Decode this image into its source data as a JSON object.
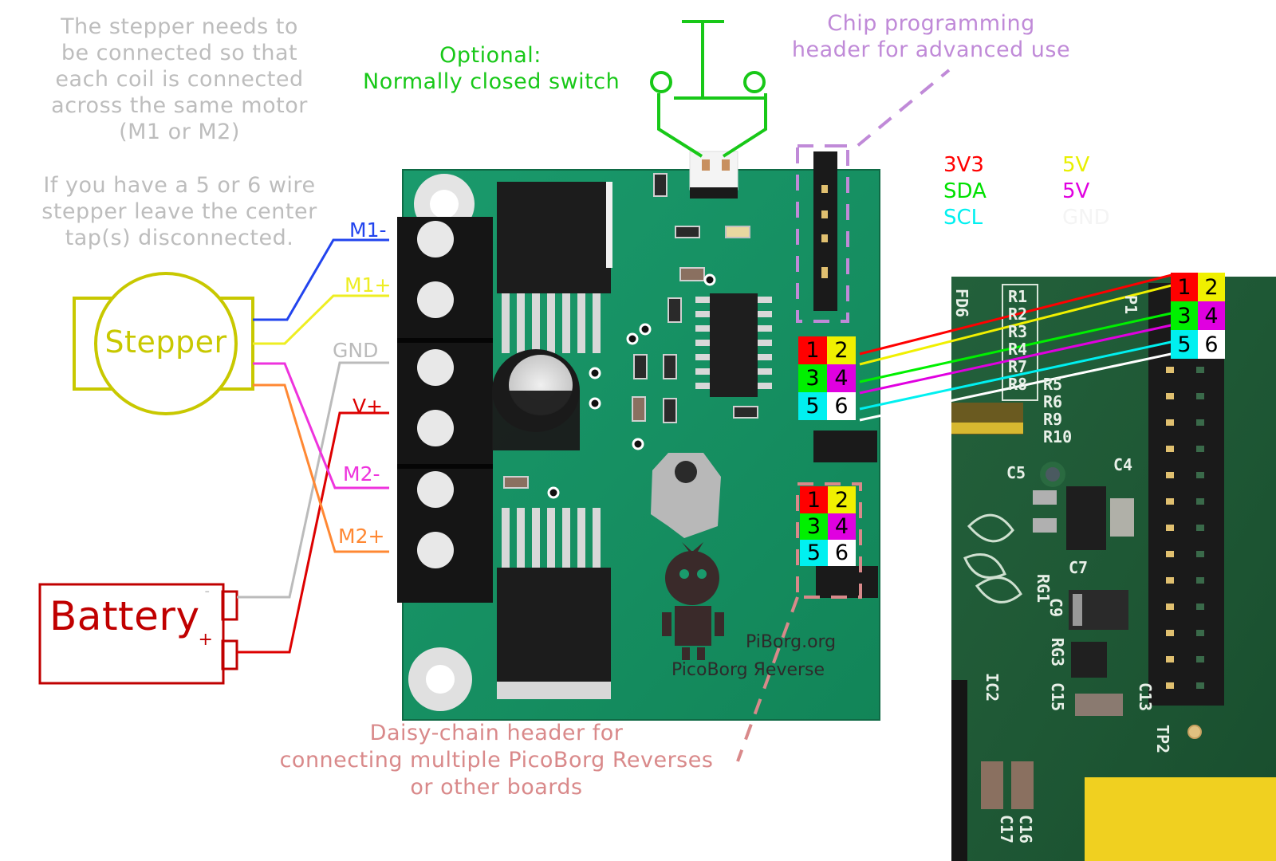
{
  "notes": {
    "stepper_wiring": [
      "The stepper needs to",
      "be connected so that",
      "each coil is connected",
      "across the same motor",
      "(M1 or M2)"
    ],
    "center_tap": [
      "If you have a 5 or 6 wire",
      "stepper leave the center",
      "tap(s) disconnected."
    ],
    "switch": [
      "Optional:",
      "Normally closed switch"
    ],
    "programming_header": [
      "Chip programming",
      "header for advanced use"
    ],
    "daisy_chain": [
      "Daisy-chain header for",
      "connecting multiple PicoBorg Reverses",
      "or other boards"
    ]
  },
  "stepper": {
    "label": "Stepper",
    "color": "#c8c800"
  },
  "battery": {
    "label": "Battery",
    "minus": "-",
    "plus": "+",
    "color": "#c00000"
  },
  "terminals": [
    {
      "label": "M1-",
      "color": "#2244ee"
    },
    {
      "label": "M1+",
      "color": "#eeee22"
    },
    {
      "label": "GND",
      "color": "#bbbbbb"
    },
    {
      "label": "V+",
      "color": "#dd0000"
    },
    {
      "label": "M2-",
      "color": "#ee33dd"
    },
    {
      "label": "M2+",
      "color": "#ff8833"
    }
  ],
  "board": {
    "url_label": "PiBorg.org",
    "name_label": "PicoBorg Яeverse"
  },
  "pin_legend": [
    {
      "pin": "1",
      "label": "3V3",
      "color": "#ff0000"
    },
    {
      "pin": "2",
      "label": "5V",
      "color": "#e8f000"
    },
    {
      "pin": "3",
      "label": "SDA",
      "color": "#00e000"
    },
    {
      "pin": "4",
      "label": "5V",
      "color": "#e000e0"
    },
    {
      "pin": "5",
      "label": "SCL",
      "color": "#00f0f0"
    },
    {
      "pin": "6",
      "label": "GND",
      "color": "#ffffff"
    }
  ],
  "pins": [
    {
      "num": "1",
      "color": "#ff0000"
    },
    {
      "num": "2",
      "color": "#f0f000"
    },
    {
      "num": "3",
      "color": "#00f000"
    },
    {
      "num": "4",
      "color": "#e000e0"
    },
    {
      "num": "5",
      "color": "#00f0f0"
    },
    {
      "num": "6",
      "color": "#ffffff"
    }
  ],
  "raspberry_pi": {
    "silkscreen": [
      "R1",
      "R2",
      "R3",
      "R4",
      "R7",
      "R8",
      "R5",
      "R6",
      "R9",
      "R10",
      "C5",
      "C4",
      "C7",
      "RG1",
      "C9",
      "RG3",
      "C15",
      "IC2",
      "C13",
      "TP2",
      "C16",
      "C17",
      "FD6",
      "P1"
    ]
  }
}
